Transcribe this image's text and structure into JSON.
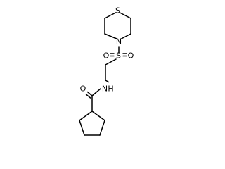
{
  "atoms": {
    "sulfur_ring": "S",
    "nitrogen_ring": "N",
    "sulfonyl_sulfur": "S",
    "sulfonyl_oxygen_left": "O",
    "sulfonyl_oxygen_right": "O",
    "amide_nitrogen": "N",
    "amide_hydrogen": "H",
    "carbonyl_oxygen": "O"
  },
  "colors": {
    "bond": "#000000",
    "label": "#000000",
    "background": "#ffffff"
  }
}
